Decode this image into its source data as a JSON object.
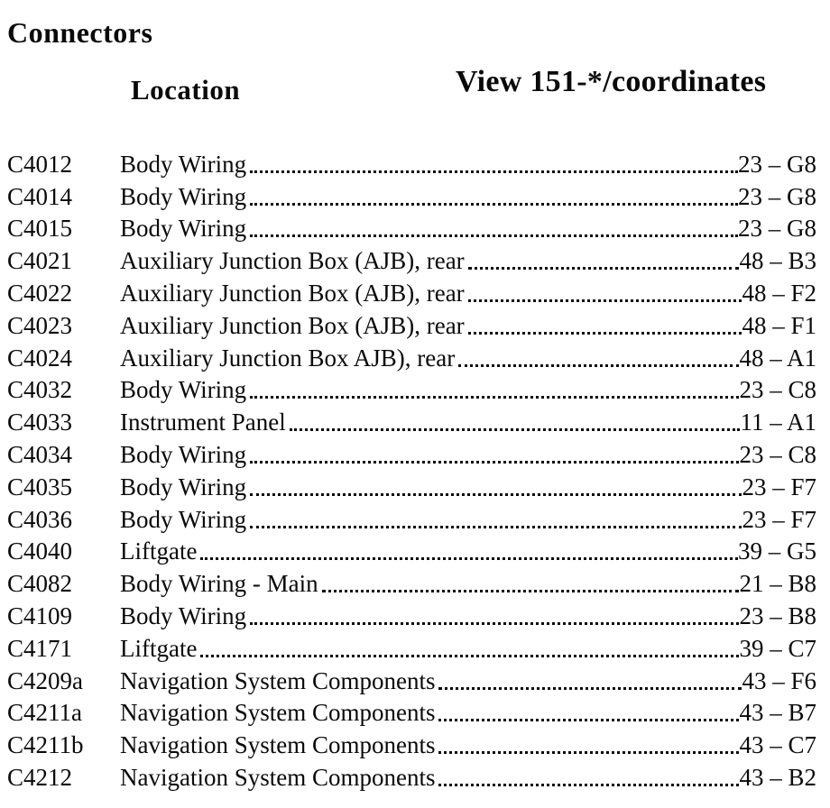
{
  "page": {
    "title": "Connectors"
  },
  "columns": {
    "location_label": "Location",
    "view_label": "View 151-*/coordinates"
  },
  "rows": [
    {
      "id": "C4012",
      "location": "Body Wiring",
      "coordinate": "23 – G8"
    },
    {
      "id": "C4014",
      "location": "Body Wiring",
      "coordinate": "23 – G8"
    },
    {
      "id": "C4015",
      "location": "Body Wiring",
      "coordinate": "23 – G8"
    },
    {
      "id": "C4021",
      "location": "Auxiliary Junction Box (AJB), rear",
      "coordinate": "48 – B3"
    },
    {
      "id": "C4022",
      "location": "Auxiliary Junction Box (AJB), rear",
      "coordinate": "48 – F2"
    },
    {
      "id": "C4023",
      "location": "Auxiliary Junction Box (AJB), rear",
      "coordinate": "48 – F1"
    },
    {
      "id": "C4024",
      "location": "Auxiliary Junction Box AJB), rear",
      "coordinate": "48 – A1"
    },
    {
      "id": "C4032",
      "location": "Body Wiring",
      "coordinate": "23 – C8"
    },
    {
      "id": "C4033",
      "location": "Instrument Panel",
      "coordinate": "11 – A1"
    },
    {
      "id": "C4034",
      "location": "Body Wiring",
      "coordinate": "23 – C8"
    },
    {
      "id": "C4035",
      "location": "Body Wiring",
      "coordinate": "23 – F7"
    },
    {
      "id": "C4036",
      "location": "Body Wiring",
      "coordinate": "23 – F7"
    },
    {
      "id": "C4040",
      "location": "Liftgate",
      "coordinate": "39 – G5"
    },
    {
      "id": "C4082",
      "location": "Body Wiring - Main",
      "coordinate": "21 – B8"
    },
    {
      "id": "C4109",
      "location": "Body Wiring",
      "coordinate": "23 – B8"
    },
    {
      "id": "C4171",
      "location": "Liftgate",
      "coordinate": "39 – C7"
    },
    {
      "id": "C4209a",
      "location": "Navigation System Components",
      "coordinate": "43 – F6"
    },
    {
      "id": "C4211a",
      "location": "Navigation System Components",
      "coordinate": "43 – B7"
    },
    {
      "id": "C4211b",
      "location": "Navigation System Components",
      "coordinate": "43 – C7"
    },
    {
      "id": "C4212",
      "location": "Navigation System Components",
      "coordinate": "43 – B2"
    }
  ]
}
